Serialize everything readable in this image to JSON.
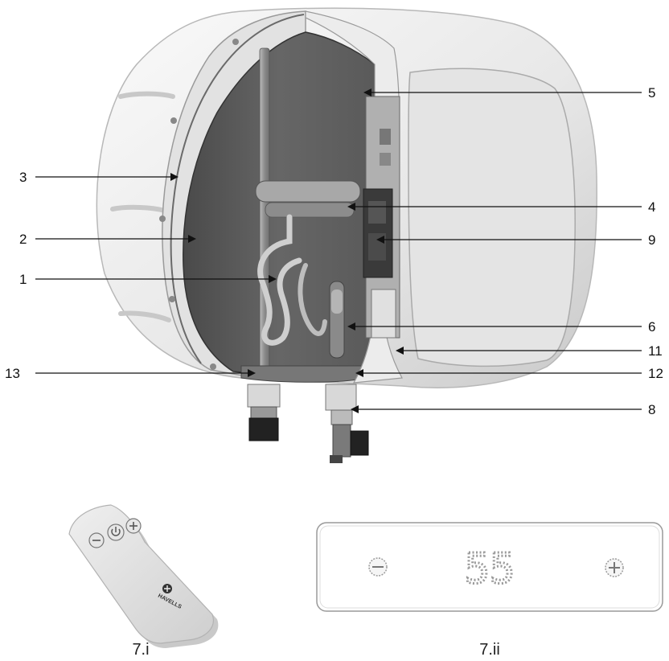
{
  "diagram": {
    "callouts": [
      {
        "id": "1",
        "label": "1",
        "side": "left"
      },
      {
        "id": "2",
        "label": "2",
        "side": "left"
      },
      {
        "id": "3",
        "label": "3",
        "side": "left"
      },
      {
        "id": "4",
        "label": "4",
        "side": "right"
      },
      {
        "id": "5",
        "label": "5",
        "side": "right"
      },
      {
        "id": "6",
        "label": "6",
        "side": "right"
      },
      {
        "id": "8",
        "label": "8",
        "side": "right"
      },
      {
        "id": "9",
        "label": "9",
        "side": "right"
      },
      {
        "id": "11",
        "label": "11",
        "side": "right"
      },
      {
        "id": "12",
        "label": "12",
        "side": "right"
      },
      {
        "id": "13",
        "label": "13",
        "side": "left"
      }
    ],
    "remote": {
      "caption": "7.i",
      "brand": "HAVELLS",
      "buttons": [
        "minus",
        "power",
        "plus"
      ]
    },
    "control_panel": {
      "caption": "7.ii",
      "display": "55",
      "buttons": [
        "minus",
        "plus"
      ]
    },
    "colors": {
      "shell": "#eeeeee",
      "interior": "#5a5a5a",
      "panel_border": "#aaaaaa"
    }
  }
}
